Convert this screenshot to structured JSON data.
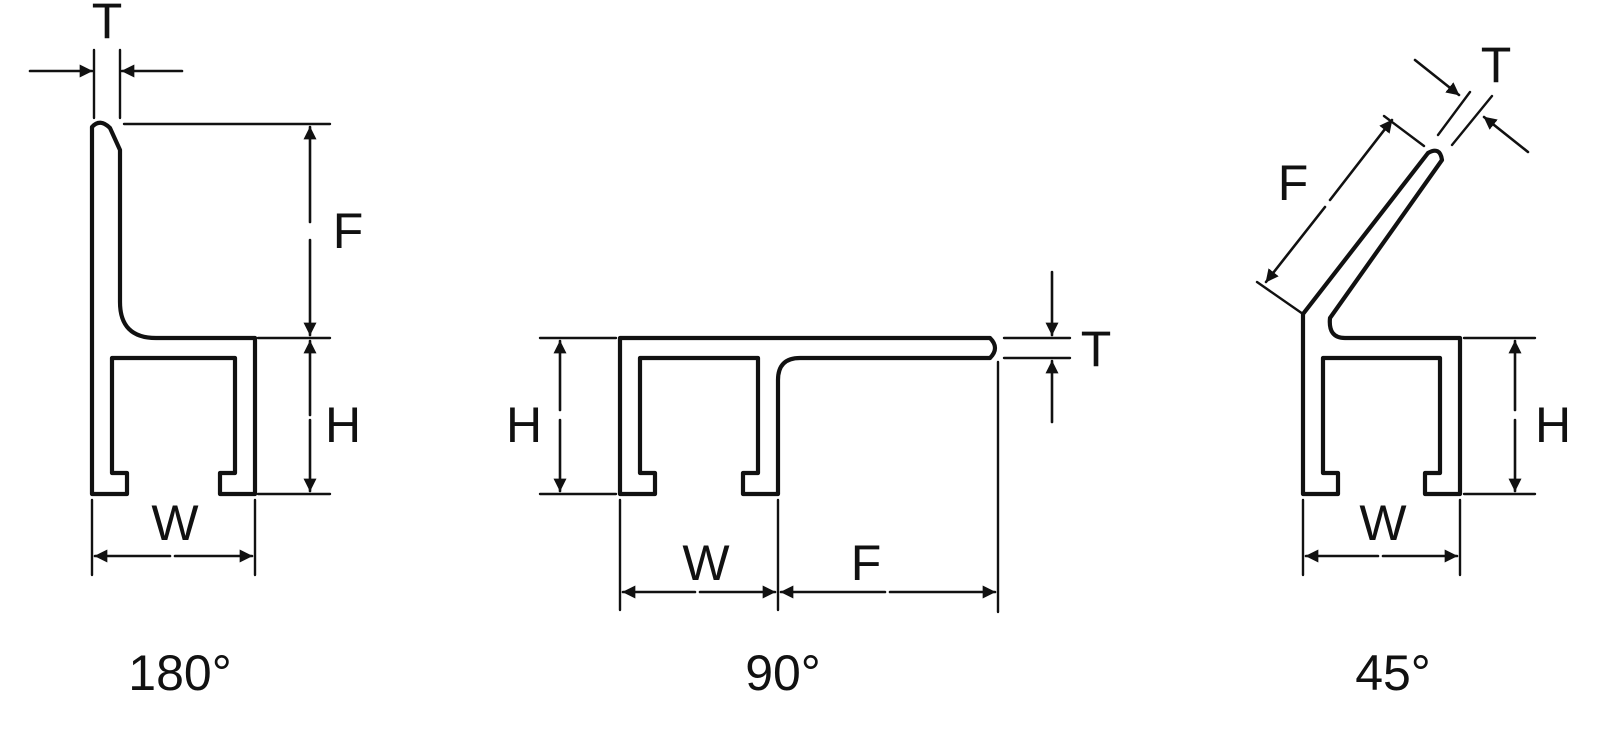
{
  "figures": [
    {
      "caption": "180°",
      "labels": {
        "T": "T",
        "F": "F",
        "H": "H",
        "W": "W"
      }
    },
    {
      "caption": "90°",
      "labels": {
        "T": "T",
        "F": "F",
        "H": "H",
        "W": "W"
      }
    },
    {
      "caption": "45°",
      "labels": {
        "T": "T",
        "F": "F",
        "H": "H",
        "W": "W"
      }
    }
  ]
}
